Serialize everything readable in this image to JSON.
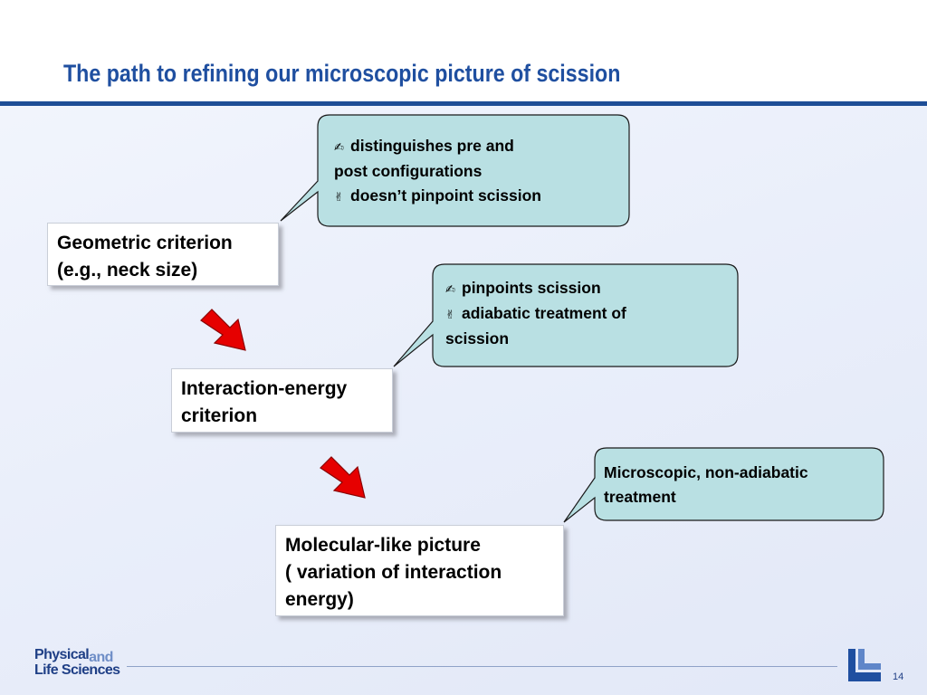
{
  "slide": {
    "title": "The path to refining our microscopic picture of scission",
    "page_number": "14"
  },
  "boxes": [
    {
      "line1": "Geometric criterion",
      "line2": "(e.g., neck size)"
    },
    {
      "line1": "Interaction-energy",
      "line2": "criterion"
    },
    {
      "line1": "Molecular-like picture",
      "line2": "( variation of interaction",
      "line3": "energy)"
    }
  ],
  "callouts": [
    {
      "lines": [
        {
          "icon": "thumbs-up-icon",
          "glyph": "✍",
          "text": "distinguishes pre and"
        },
        {
          "icon": "",
          "glyph": "",
          "text": "post configurations"
        },
        {
          "icon": "thumbs-down-icon",
          "glyph": "✌",
          "text": "doesn’t pinpoint scission"
        }
      ]
    },
    {
      "lines": [
        {
          "icon": "thumbs-up-icon",
          "glyph": "✍",
          "text": "pinpoints scission"
        },
        {
          "icon": "thumbs-down-icon",
          "glyph": "✌",
          "text": "adiabatic treatment of"
        },
        {
          "icon": "",
          "glyph": "",
          "text": "scission"
        }
      ]
    },
    {
      "lines": [
        {
          "text": "Microscopic, non-adiabatic"
        },
        {
          "text": "treatment"
        }
      ]
    }
  ],
  "footer": {
    "logo_line1": "Physical",
    "logo_and": "and",
    "logo_line2": "Life Sciences"
  },
  "colors": {
    "title": "#1f4fa0",
    "rule": "#1e4e96",
    "callout_fill": "#b9e0e3",
    "arrow_fill": "#e60000"
  }
}
